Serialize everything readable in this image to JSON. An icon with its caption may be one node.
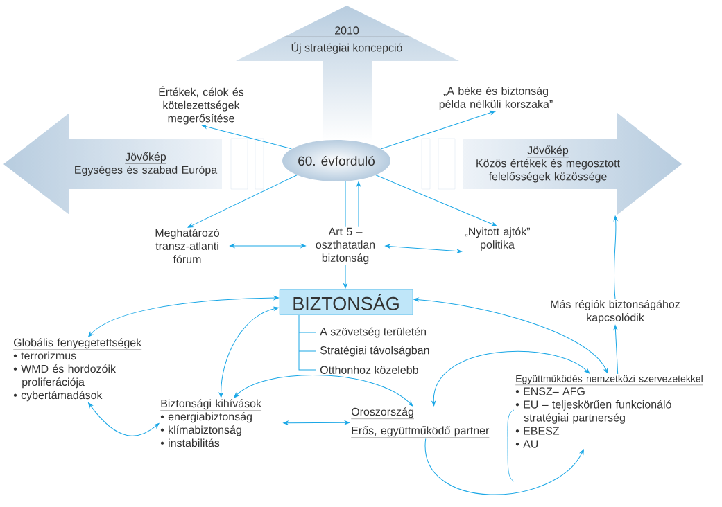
{
  "diagram": {
    "nodes": [
      {
        "text": [
          "2010",
          "Új stratégiai koncepció"
        ]
      },
      {
        "text": [
          "Jövőkép",
          "Egységes és szabad Európa"
        ]
      },
      {
        "text": [
          "Jövőkép",
          "Közös értékek és megosztott felelősségek közössége"
        ]
      },
      {
        "text": [
          "60. évforduló"
        ]
      },
      {
        "text": [
          "Értékek, célok és kötelezettségek megerősítése"
        ]
      },
      {
        "text": [
          "„A béke és biztonság példa nélküli korszaka”"
        ]
      },
      {
        "text": [
          "Meghatározó transz-atlanti fórum"
        ]
      },
      {
        "text": [
          "Art 5 – oszthatatlan biztonság"
        ]
      },
      {
        "text": [
          "„Nyitott ajtók” politika"
        ]
      },
      {
        "text": [
          "BIZTONSÁG"
        ],
        "beside": [
          "A szövetség területén",
          "Stratégiai távolságban",
          "Otthonhoz közelebb"
        ]
      },
      {
        "text": [
          "Más régiók biztonságához kapcsolódik"
        ]
      },
      {
        "text": [
          "Globális fenyegetettségek",
          "• terrorizmus",
          "• WMD és hordozóik proliferációja",
          "• cybertámadások"
        ]
      },
      {
        "text": [
          "Biztonsági kihívások",
          "• energiabiztonság",
          "• klímabiztonság",
          "• instabilitás"
        ]
      },
      {
        "text": [
          "Oroszország",
          "Erős, együttműködő partner"
        ]
      },
      {
        "text": [
          "Együttműködés nemzetközi szervezetekkel",
          "• ENSZ– AFG",
          "• EU – teljeskörűen funkcionáló stratégiai partnerség",
          "• EBESZ",
          "• AU"
        ]
      }
    ],
    "edges": [
      {
        "from": 3,
        "to": 4,
        "arrow": "to"
      },
      {
        "from": 3,
        "to": 5,
        "arrow": "to"
      },
      {
        "from": 3,
        "to": 6,
        "arrow": "to"
      },
      {
        "from": 3,
        "to": 8,
        "arrow": "to"
      },
      {
        "from": 3,
        "to": 7,
        "arrow": "none"
      },
      {
        "from": 7,
        "to": 3,
        "arrow": "to"
      },
      {
        "from": 7,
        "to": 9,
        "arrow": "to"
      },
      {
        "from": 6,
        "to": 7,
        "arrow": "both"
      },
      {
        "from": 7,
        "to": 8,
        "arrow": "both"
      },
      {
        "from": 9,
        "to": 11,
        "arrow": "both"
      },
      {
        "from": 9,
        "to": 12,
        "arrow": "both"
      },
      {
        "from": 9,
        "to": 14,
        "arrow": "both"
      },
      {
        "from": 12,
        "to": 13,
        "arrow": "both"
      },
      {
        "from": 13,
        "to": 14,
        "arrow": "both"
      },
      {
        "from": 14,
        "to": 10,
        "arrow": "to"
      },
      {
        "from": 10,
        "to": 2,
        "arrow": "to"
      },
      {
        "from": 11,
        "to": 12,
        "arrow": "both"
      },
      {
        "from": 12,
        "to": 13,
        "arrow": "both"
      },
      {
        "from": 13,
        "to": 14,
        "arrow": "to"
      }
    ]
  }
}
